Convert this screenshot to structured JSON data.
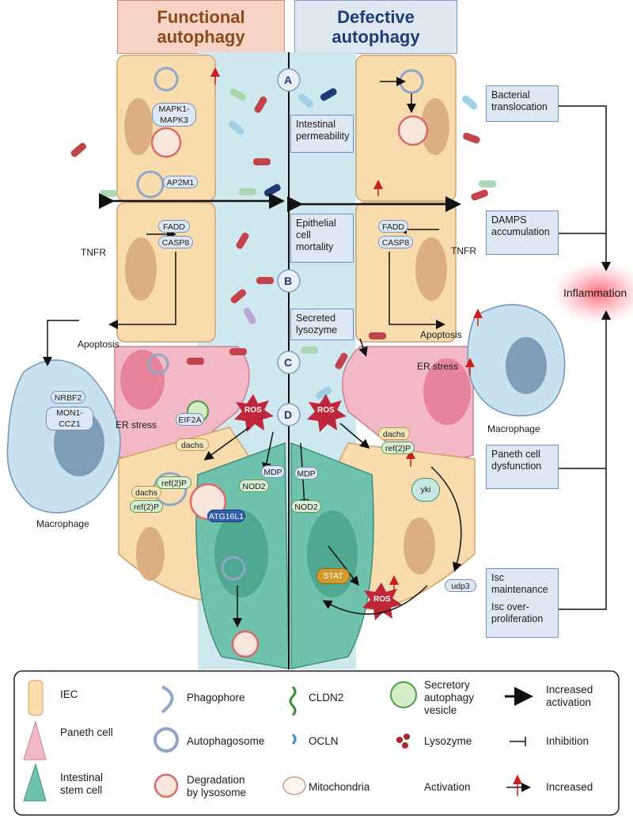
{
  "headers": {
    "functional": "Functional autophagy",
    "defective": "Defective autophagy"
  },
  "stages": [
    "A",
    "B",
    "C",
    "D"
  ],
  "left_labels": {
    "mapk": "MAPK1-MAPK3",
    "ap2m1": "AP2M1",
    "fadd": "FADD",
    "casp8": "CASP8",
    "tnfr": "TNFR",
    "apoptosis": "Apoptosis",
    "nrbf2": "NRBF2",
    "mon1": "MON1-CCZ1",
    "macrophage": "Macrophage",
    "er_stress": "ER stress",
    "eif2a": "EIF2A",
    "ros": "ROS",
    "dachs": "dachs",
    "refp": "ref(2)P",
    "mdp": "MDP",
    "nod2": "NOD2",
    "atg16l1": "ATG16L1"
  },
  "center_boxes": {
    "permeability": "Intestinal permeability",
    "mortality": "Epithelial cell mortality",
    "lysozyme": "Secreted lysozyme"
  },
  "right_labels": {
    "fadd": "FADD",
    "casp8": "CASP8",
    "tnfr": "TNFR",
    "apoptosis": "Apoptosis",
    "er_stress": "ER stress",
    "macrophage": "Macrophage",
    "ros": "ROS",
    "dachs": "dachs",
    "refp": "ref(2)P",
    "yki": "yki",
    "mdp": "MDP",
    "nod2": "NOD2",
    "stat": "STAT",
    "udp3": "udp3"
  },
  "outcome_boxes": {
    "bacterial": "Bacterial translocation",
    "damps": "DAMPS accumulation",
    "paneth": "Paneth cell dysfunction",
    "isc_maint": "Isc maintenance",
    "isc_over": "Isc over-proliferation"
  },
  "inflammation": "Inflammation",
  "legend": {
    "iec": "IEC",
    "paneth": "Paneth cell",
    "isc": "Intestinal stem cell",
    "phagophore": "Phagophore",
    "autophagosome": "Autophagosome",
    "degradation": "Degradation by lysosome",
    "cldn2": "CLDN2",
    "ocln": "OCLN",
    "mitochondria": "Mitochondria",
    "secretory": "Secretory autophagy vesicle",
    "lysozyme": "Lysozyme",
    "activation": "Activation",
    "increased_activation": "Increased activation",
    "inhibition": "Inhibition",
    "increased": "Increased"
  },
  "colors": {
    "iec": "#f8dcae",
    "iec_border": "#d2a06a",
    "paneth": "#f2b8c6",
    "stem": "#6fc2ad",
    "lumen": "#cfe8ef",
    "box": "#dde8f4",
    "ros": "#c0263a",
    "increase_arrow": "#c81e1e"
  }
}
